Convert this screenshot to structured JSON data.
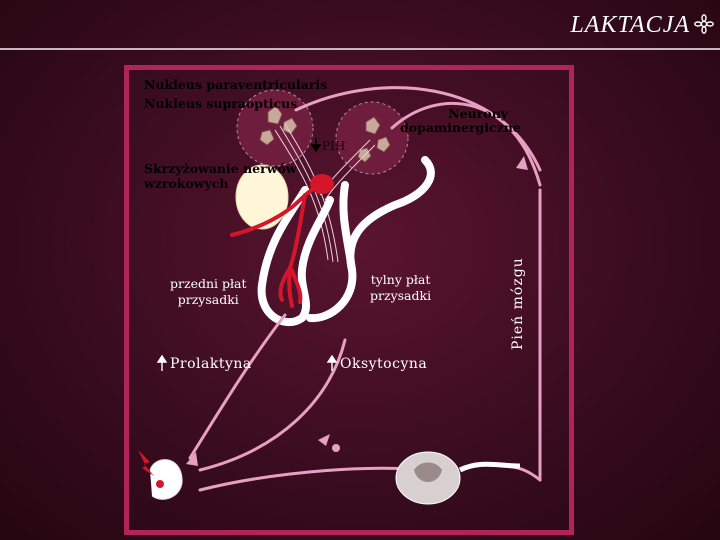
{
  "header": {
    "title": "LAKTACJA",
    "title_icon": "flower-icon"
  },
  "labels": {
    "paraventricular": "Nukleus paraventricularis",
    "supraoptic": "Nukleus supraopticus",
    "dopamine_line1": "Neurony",
    "dopamine_line2": "dopaminergiczne",
    "pih": "PIH",
    "chiasm_line1": "Skrzyżowanie nerwów",
    "chiasm_line2": "wzrokowych",
    "anterior_line1": "przedni płat",
    "anterior_line2": "przysadki",
    "posterior_line1": "tylny płat",
    "posterior_line2": "przysadki",
    "prolactin": "Prolaktyna",
    "oxytocin": "Oksytocyna",
    "brainstem": "Pień mózgu"
  },
  "icons": {
    "pih_arrow": "down-arrow-icon",
    "prolactin_arrow": "up-arrow-icon",
    "oxytocin_arrow": "up-arrow-icon",
    "suckling_stimulus": "lightning-icon"
  },
  "colors": {
    "background": "#3a0c20",
    "panel_border": "#b0245a",
    "pathway": "#e8a0c0",
    "vessels": "#d4152a",
    "pituitary_outline": "#ffffff",
    "chiasm_fill": "#fff6d8"
  }
}
